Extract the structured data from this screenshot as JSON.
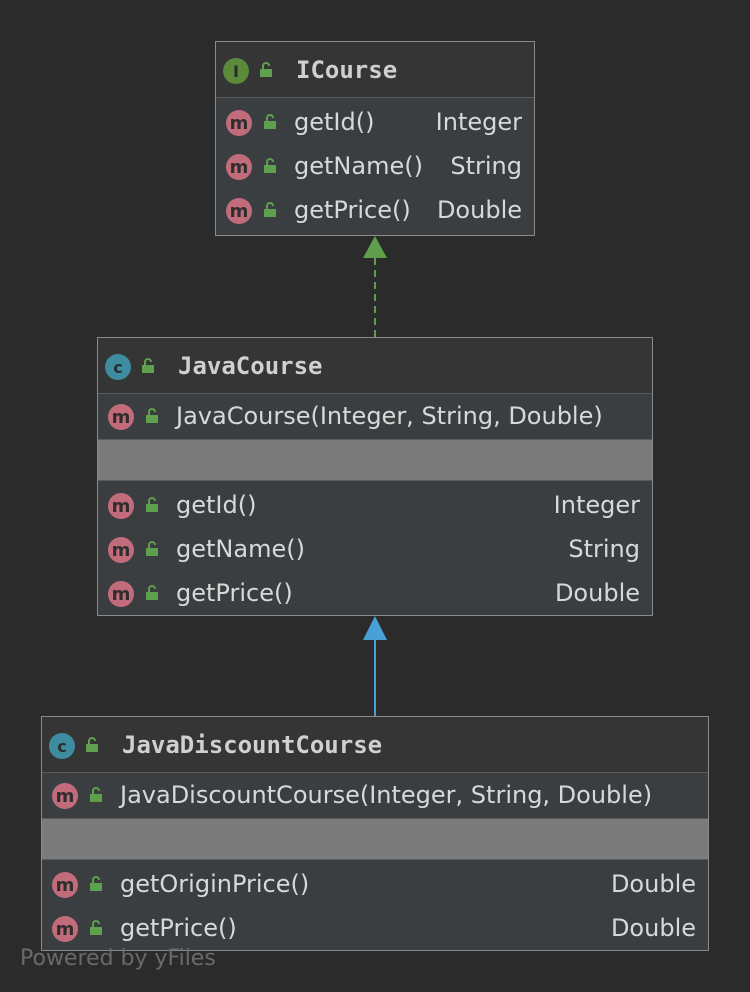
{
  "nodes": {
    "icourse": {
      "kind_letter": "I",
      "name": "ICourse",
      "methods": [
        {
          "name": "getId()",
          "returns": "Integer"
        },
        {
          "name": "getName()",
          "returns": "String"
        },
        {
          "name": "getPrice()",
          "returns": "Double"
        }
      ]
    },
    "javacourse": {
      "kind_letter": "c",
      "name": "JavaCourse",
      "constructor": "JavaCourse(Integer, String, Double)",
      "methods": [
        {
          "name": "getId()",
          "returns": "Integer"
        },
        {
          "name": "getName()",
          "returns": "String"
        },
        {
          "name": "getPrice()",
          "returns": "Double"
        }
      ]
    },
    "javadiscountcourse": {
      "kind_letter": "c",
      "name": "JavaDiscountCourse",
      "constructor": "JavaDiscountCourse(Integer, String, Double)",
      "methods": [
        {
          "name": "getOriginPrice()",
          "returns": "Double"
        },
        {
          "name": "getPrice()",
          "returns": "Double"
        }
      ]
    }
  },
  "method_badge_letter": "m",
  "edges": [
    {
      "from": "JavaCourse",
      "to": "ICourse",
      "type": "realization",
      "color": "#5f9e4a"
    },
    {
      "from": "JavaDiscountCourse",
      "to": "JavaCourse",
      "type": "generalization",
      "color": "#4a9fd6"
    }
  ],
  "colors": {
    "background": "#2b2b2b",
    "interface_badge": "#5a8a3a",
    "class_badge": "#3d8ca0",
    "method_badge": "#c26b7a",
    "lock": "#5fa04e"
  },
  "watermark": "Powered by yFiles"
}
